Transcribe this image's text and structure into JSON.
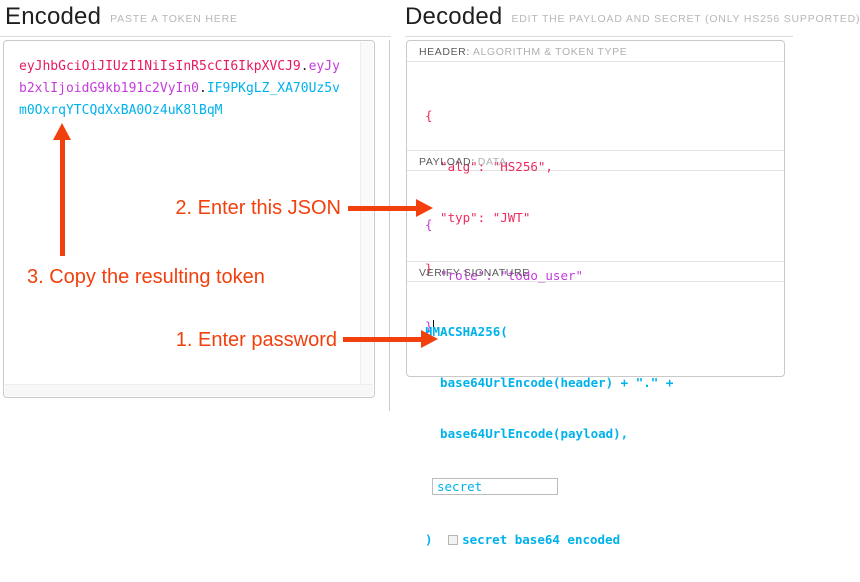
{
  "encoded": {
    "title": "Encoded",
    "subtitle": "PASTE A TOKEN HERE",
    "token": {
      "header": "eyJhbGciOiJIUzI1NiIsInR5cCI6IkpXVCJ9",
      "dot1": ".",
      "payload": "eyJyb2xlIjoidG9kb191c2VyIn0",
      "dot2": ".",
      "signature": "IF9PKgLZ_XA70Uz5vm0OxrqYTCQdXxBA0Oz4uK8lBqM"
    }
  },
  "decoded": {
    "title": "Decoded",
    "subtitle": "EDIT THE PAYLOAD AND SECRET (ONLY HS256 SUPPORTED)",
    "header_section": {
      "label": "HEADER:",
      "label_detail": "ALGORITHM & TOKEN TYPE",
      "json_lines": [
        "{",
        "  \"alg\": \"HS256\",",
        "  \"typ\": \"JWT\"",
        "}"
      ]
    },
    "payload_section": {
      "label": "PAYLOAD:",
      "label_detail": "DATA",
      "json_lines": [
        "{",
        "  \"role\": \"todo_user\"",
        "}"
      ]
    },
    "signature_section": {
      "label": "VERIFY SIGNATURE",
      "code_lines": [
        "HMACSHA256(",
        "  base64UrlEncode(header) + \".\" +",
        "  base64UrlEncode(payload),"
      ],
      "secret_value": "secret",
      "closing_paren": ") ",
      "checkbox_label": "secret base64 encoded",
      "checkbox_checked": false
    }
  },
  "annotations": {
    "step1": "1. Enter password",
    "step2": "2. Enter this JSON",
    "step3": "3. Copy the resulting token"
  },
  "colors": {
    "token_header": "#e8195c",
    "token_payload": "#c53bdd",
    "token_signature": "#00b2ec",
    "annotation": "#f2400d"
  }
}
